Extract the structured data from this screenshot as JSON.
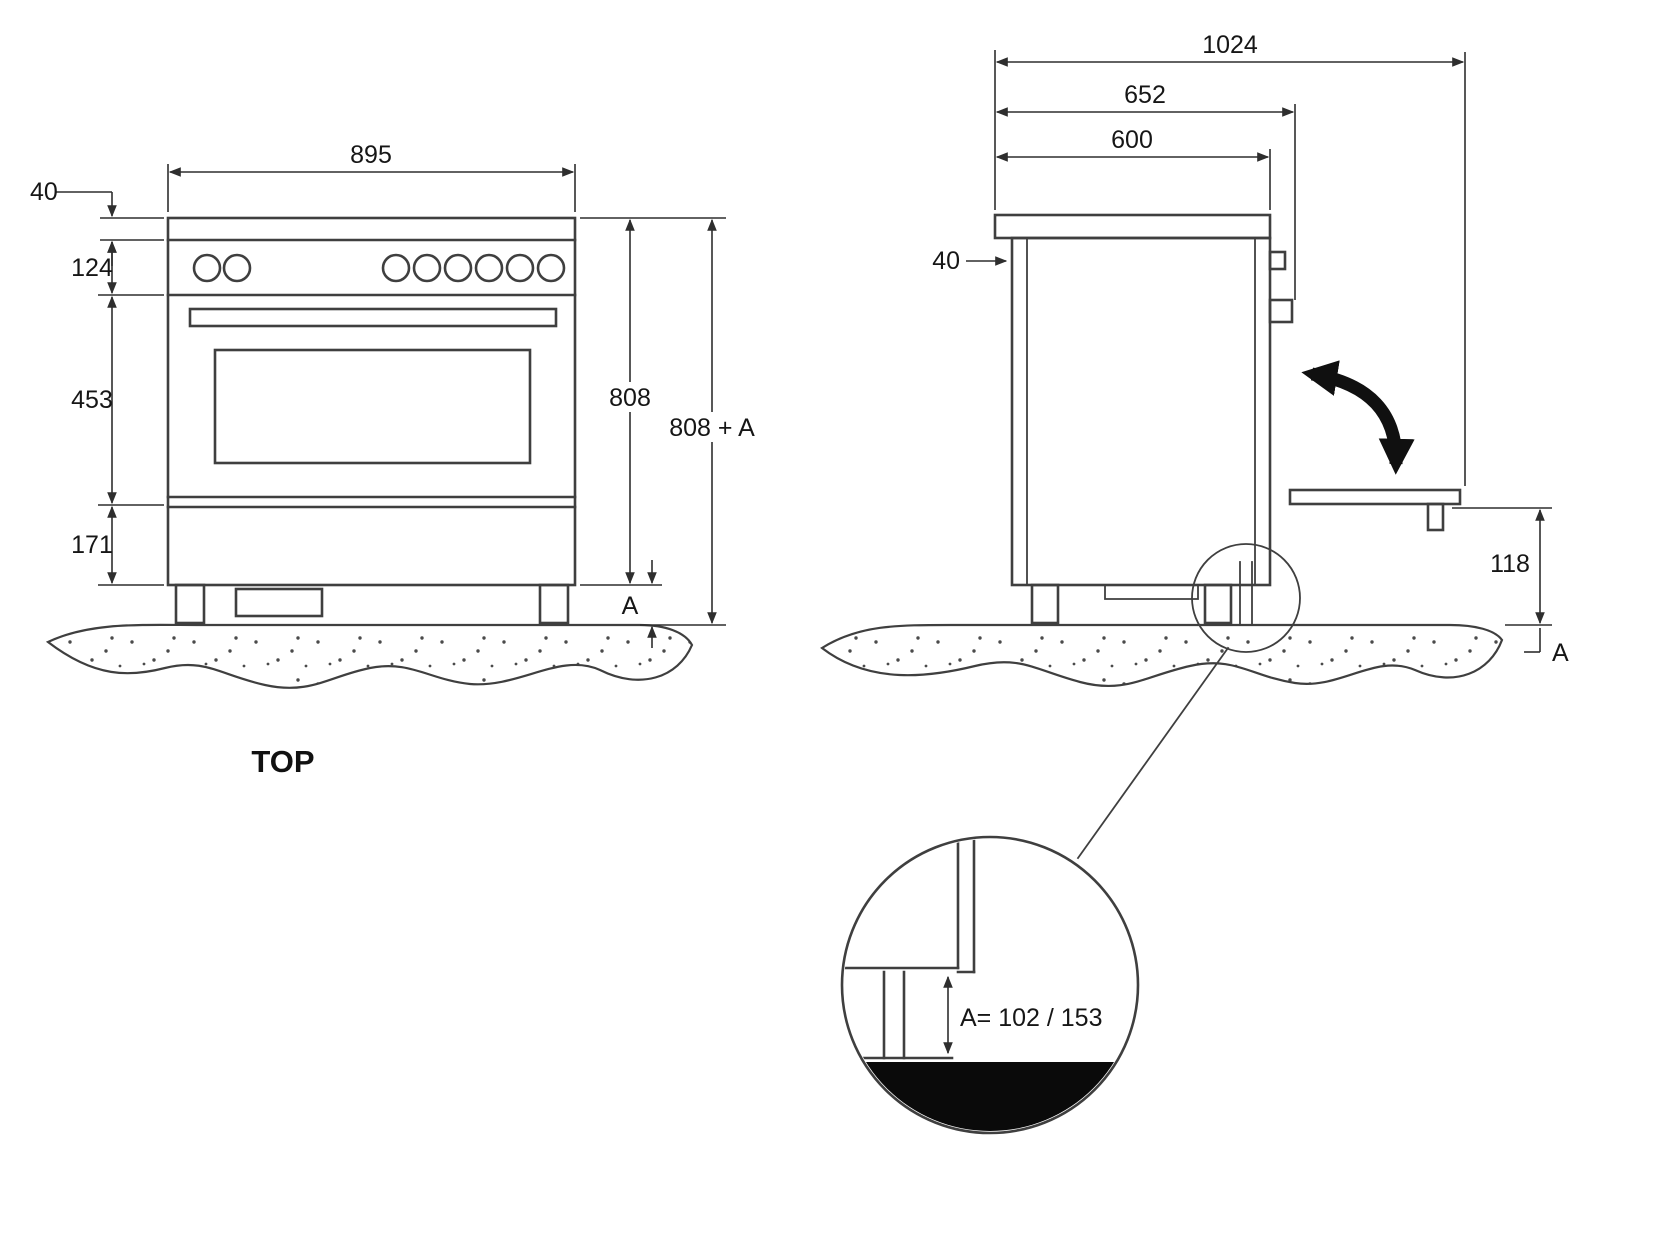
{
  "front_view": {
    "title": "TOP",
    "dim_width": "895",
    "dim_rim": "40",
    "dim_panel": "124",
    "dim_door": "453",
    "dim_drawer": "171",
    "dim_body_height": "808",
    "dim_total_height": "808 + A",
    "dim_leg": "A"
  },
  "side_view": {
    "dim_total_depth": "1024",
    "dim_depth_with_handle": "652",
    "dim_depth_body": "600",
    "dim_back_offset": "40",
    "dim_door_drop": "118",
    "dim_leg": "A"
  },
  "detail_view": {
    "dim_leg_adjustment": "A= 102 / 153"
  }
}
